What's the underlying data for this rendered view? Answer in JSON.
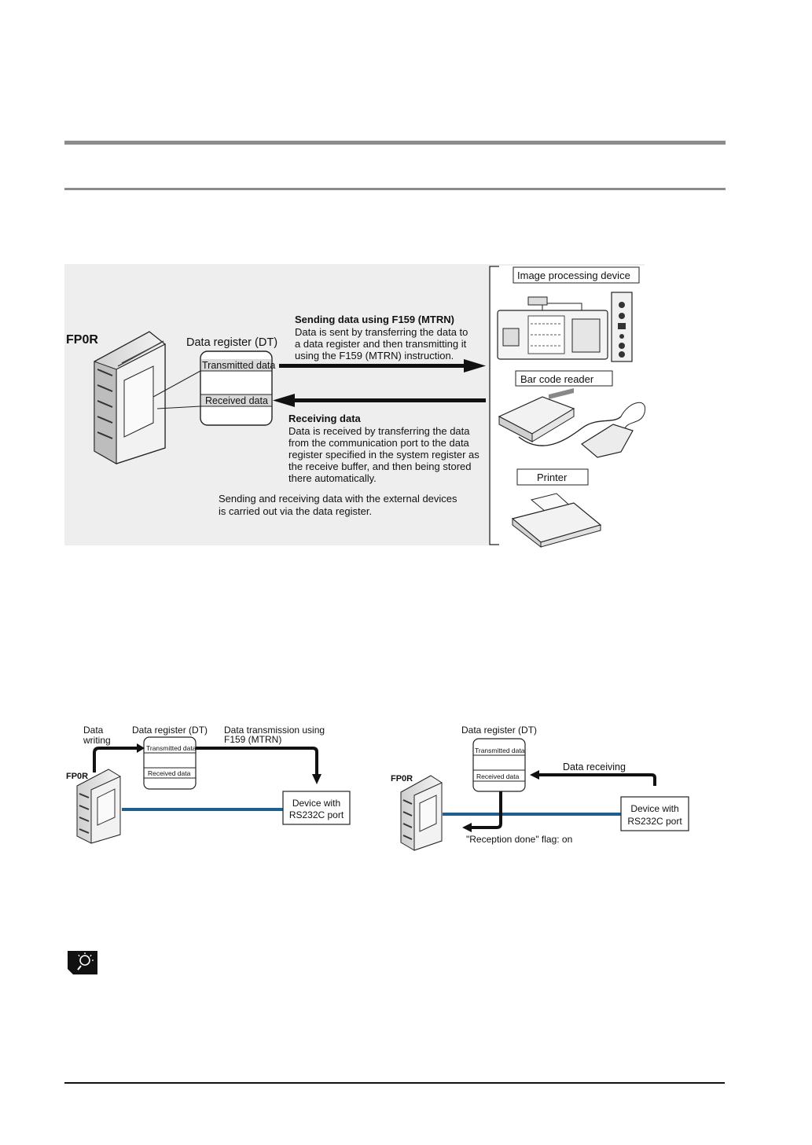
{
  "overview": {
    "fp0r_label": "FP0R",
    "data_register_title": "Data register (DT)",
    "transmitted_label": "Transmitted data",
    "received_label": "Received data",
    "sending": {
      "title": "Sending data using F159 (MTRN)",
      "lines": [
        "Data is sent by transferring the data to",
        "a data register and then transmitting it",
        "using the F159 (MTRN) instruction."
      ]
    },
    "receiving": {
      "title": "Receiving data",
      "lines": [
        "Data is received by transferring the data",
        "from the communication port to the data",
        "register specified in the system register as",
        "the receive buffer, and then being stored",
        "there automatically."
      ]
    },
    "note_lines": [
      "Sending and receiving data with the external devices",
      "is carried out via the data register."
    ],
    "devices": {
      "image_processing": "Image processing device",
      "bar_code_reader": "Bar code reader",
      "printer": "Printer"
    }
  },
  "transmit_diagram": {
    "data_writing_lines": [
      "Data",
      "writing"
    ],
    "data_register_title": "Data register (DT)",
    "transmission_lines": [
      "Data transmission using",
      "F159 (MTRN)"
    ],
    "fp0r_label": "FP0R",
    "transmitted_label": "Transmitted data",
    "received_label": "Received data",
    "device_lines": [
      "Device with",
      "RS232C port"
    ]
  },
  "receive_diagram": {
    "data_register_title": "Data register (DT)",
    "data_receiving": "Data receiving",
    "fp0r_label": "FP0R",
    "transmitted_label": "Transmitted data",
    "received_label": "Received data",
    "device_lines": [
      "Device with",
      "RS232C port"
    ],
    "reception_flag": "\"Reception done\" flag: on"
  },
  "colors": {
    "cable": "#1f5f8f",
    "rule": "#8c8c8c"
  }
}
